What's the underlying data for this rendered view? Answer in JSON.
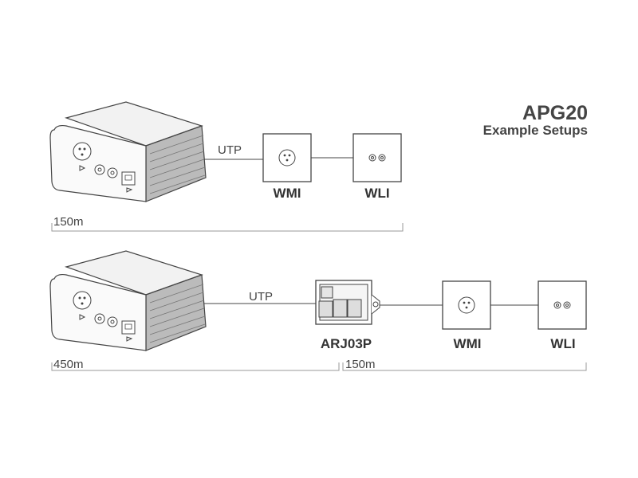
{
  "title": "APG20",
  "subtitle": "Example Setups",
  "setup1": {
    "cable": "UTP",
    "devices": [
      "WMI",
      "WLI"
    ],
    "distance": "150m"
  },
  "setup2": {
    "cable": "UTP",
    "devices": [
      "ARJ03P",
      "WMI",
      "WLI"
    ],
    "distances": [
      "450m",
      "150m"
    ]
  }
}
